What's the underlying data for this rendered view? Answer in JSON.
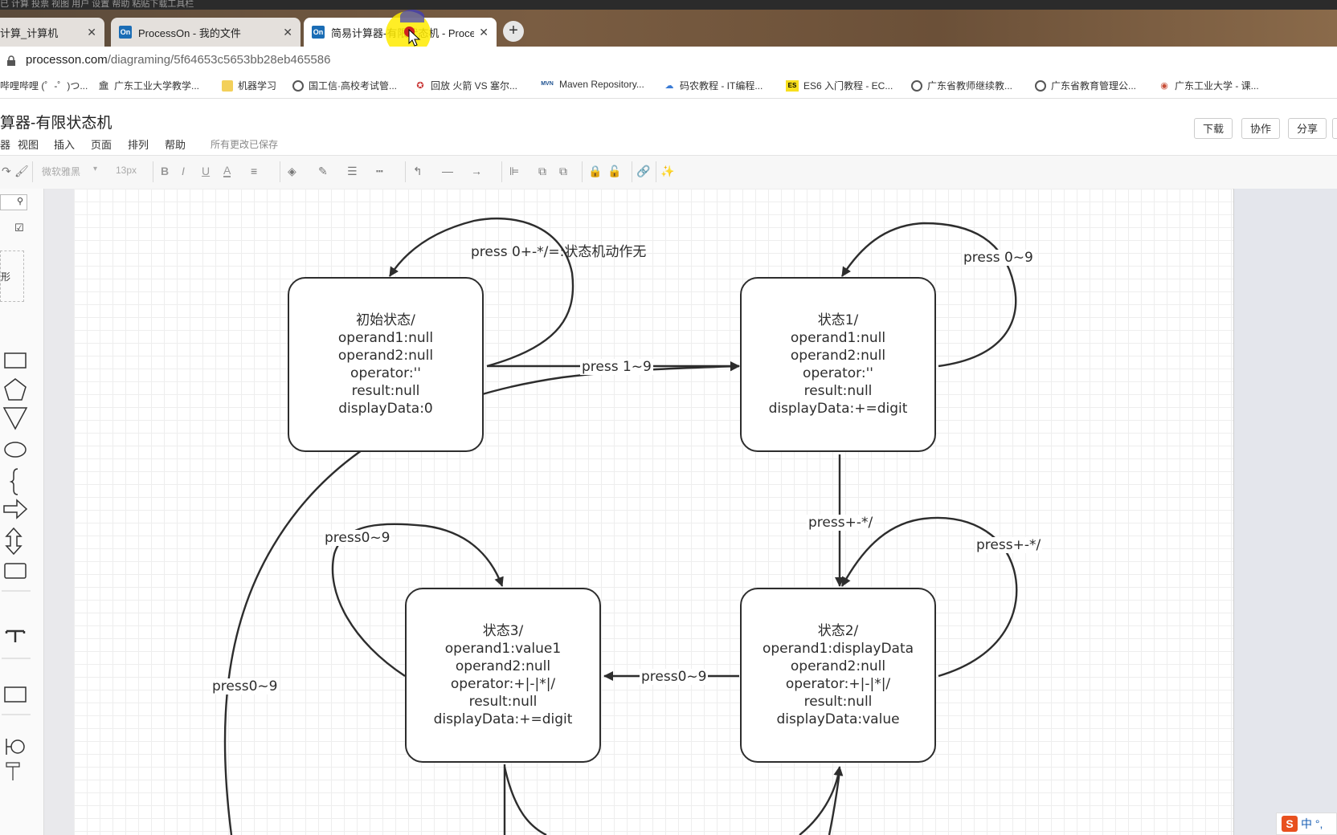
{
  "top_strip": "已 计算 投票 视图 用户 设置 帮助 粘贴下载工具栏",
  "tabs": [
    {
      "label": "计算_计算机",
      "icon": "",
      "close": "✕"
    },
    {
      "label": "ProcessOn - 我的文件",
      "icon": "On",
      "close": "✕"
    },
    {
      "label": "简易计算器-有限状态机 - Proces",
      "icon": "On",
      "close": "✕"
    }
  ],
  "new_tab": "+",
  "url": {
    "domain": "processon.com",
    "path": "/diagraming/5f64653c5653bb28eb465586"
  },
  "bookmarks": [
    "哔哩哔哩 (゜-゜)つ...",
    "广东工业大学教学...",
    "机器学习",
    "国工信·高校考试管...",
    "回放 火箭 VS 塞尔...",
    "Maven Repository...",
    "码农教程 - IT编程...",
    "ES6 入门教程 - EC...",
    "广东省教师继续教...",
    "广东省教育管理公...",
    "广东工业大学 - 课..."
  ],
  "bookmark_icons": [
    "bilibili-icon",
    "building-icon",
    "folder-icon",
    "globe-icon",
    "star-icon",
    "mvn-icon",
    "cloud-icon",
    "es-icon",
    "globe-icon",
    "globe-icon",
    "badge-icon"
  ],
  "doc_title": "算器-有限状态机",
  "menu": [
    "器",
    "视图",
    "插入",
    "页面",
    "排列",
    "帮助"
  ],
  "saved_status": "所有更改已保存",
  "header_buttons": [
    "下载",
    "协作",
    "分享"
  ],
  "toolbar": {
    "font": "微软雅黑",
    "size": "13px",
    "bold": "B",
    "italic": "I",
    "underline": "U",
    "color": "A"
  },
  "left_panel": {
    "shape_label": "形"
  },
  "states": {
    "initial": [
      "初始状态/",
      "operand1:null",
      "operand2:null",
      "operator:''",
      "result:null",
      "displayData:0"
    ],
    "s1": [
      "状态1/",
      "operand1:null",
      "operand2:null",
      "operator:''",
      "result:null",
      "displayData:+=digit"
    ],
    "s2": [
      "状态2/",
      "operand1:displayData",
      "operand2:null",
      "operator:+|-|*|/",
      "result:null",
      "displayData:value"
    ],
    "s3": [
      "状态3/",
      "operand1:value1",
      "operand2:null",
      "operator:+|-|*|/",
      "result:null",
      "displayData:+=digit"
    ]
  },
  "edge_labels": {
    "initial_self": "press 0+-*/=:状态机动作无",
    "initial_to_s1": "press 1~9",
    "s1_self": "press 0~9",
    "s1_to_s2": "press+-*/",
    "s2_self": "press+-*/",
    "s2_to_s3": "press0~9",
    "s3_self": "press0~9",
    "long_curve": "press0~9"
  },
  "ime": {
    "logo": "S",
    "text": "中 °,"
  }
}
